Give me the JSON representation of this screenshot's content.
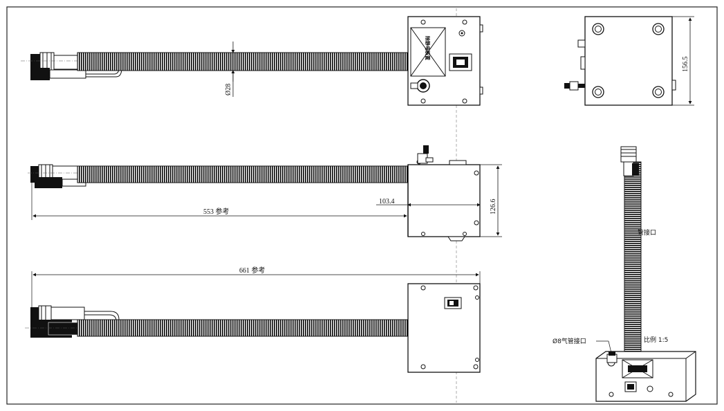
{
  "drawing": {
    "dim_diameter_hose": "Ø28",
    "dim_top_height": "156.5",
    "dim_side_width": "103.4",
    "dim_side_height": "126.6",
    "dim_length_1": "553 参考",
    "dim_length_2": "661 参考",
    "label_hose_connector": "管接口",
    "label_air_inlet": "Ø8气管接口",
    "label_scale": "比例  1:5",
    "label_device": "除静电装置"
  }
}
